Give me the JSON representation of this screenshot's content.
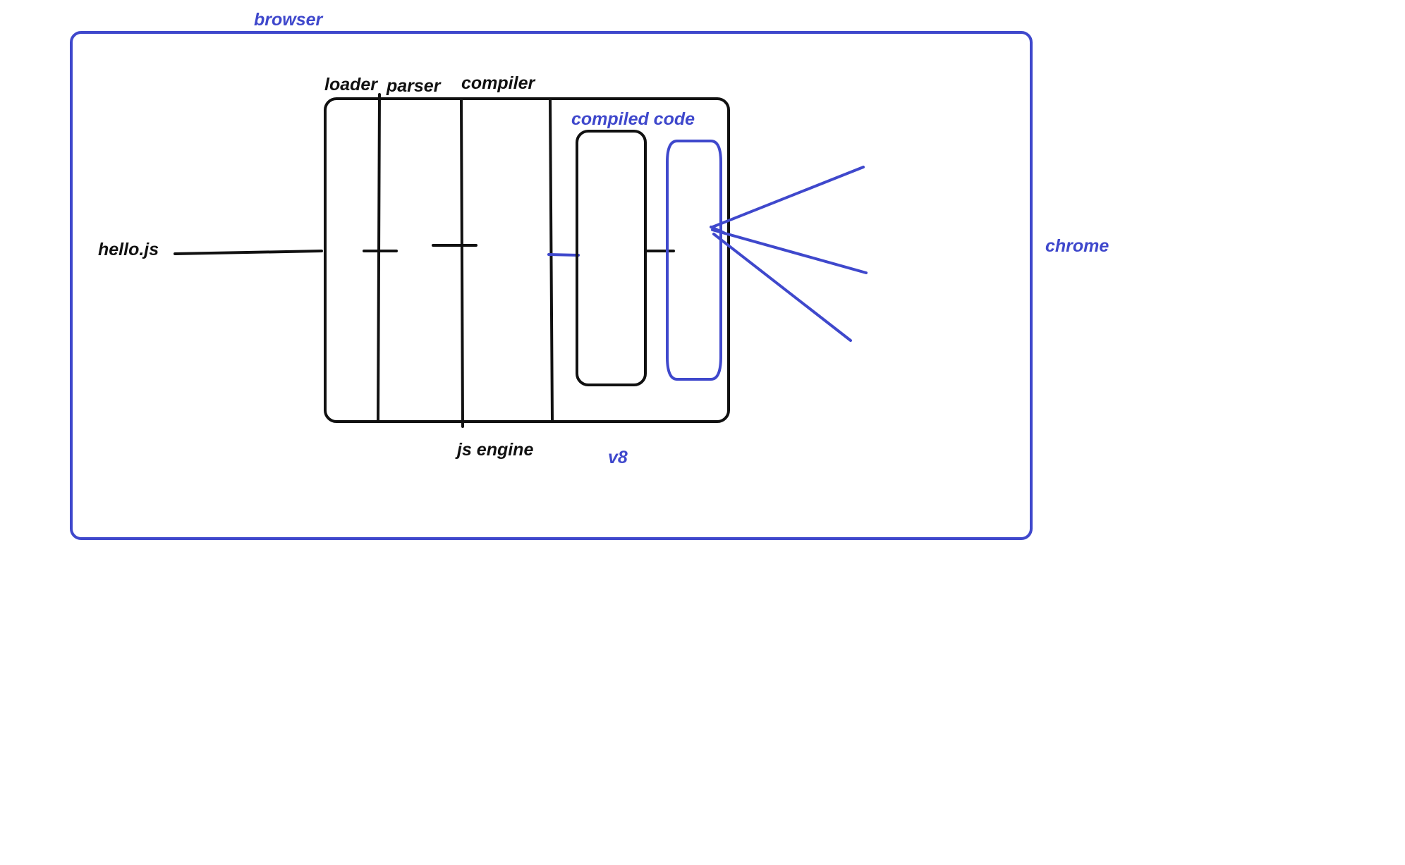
{
  "labels": {
    "browser": "browser",
    "chrome": "chrome",
    "hello_js": "hello.js",
    "loader": "loader",
    "parser": "parser",
    "compiler": "compiler",
    "compiled_code": "compiled code",
    "js_engine": "js engine",
    "v8": "v8"
  },
  "colors": {
    "ink_black": "#111111",
    "ink_blue": "#3f48cc",
    "background": "#ffffff"
  }
}
